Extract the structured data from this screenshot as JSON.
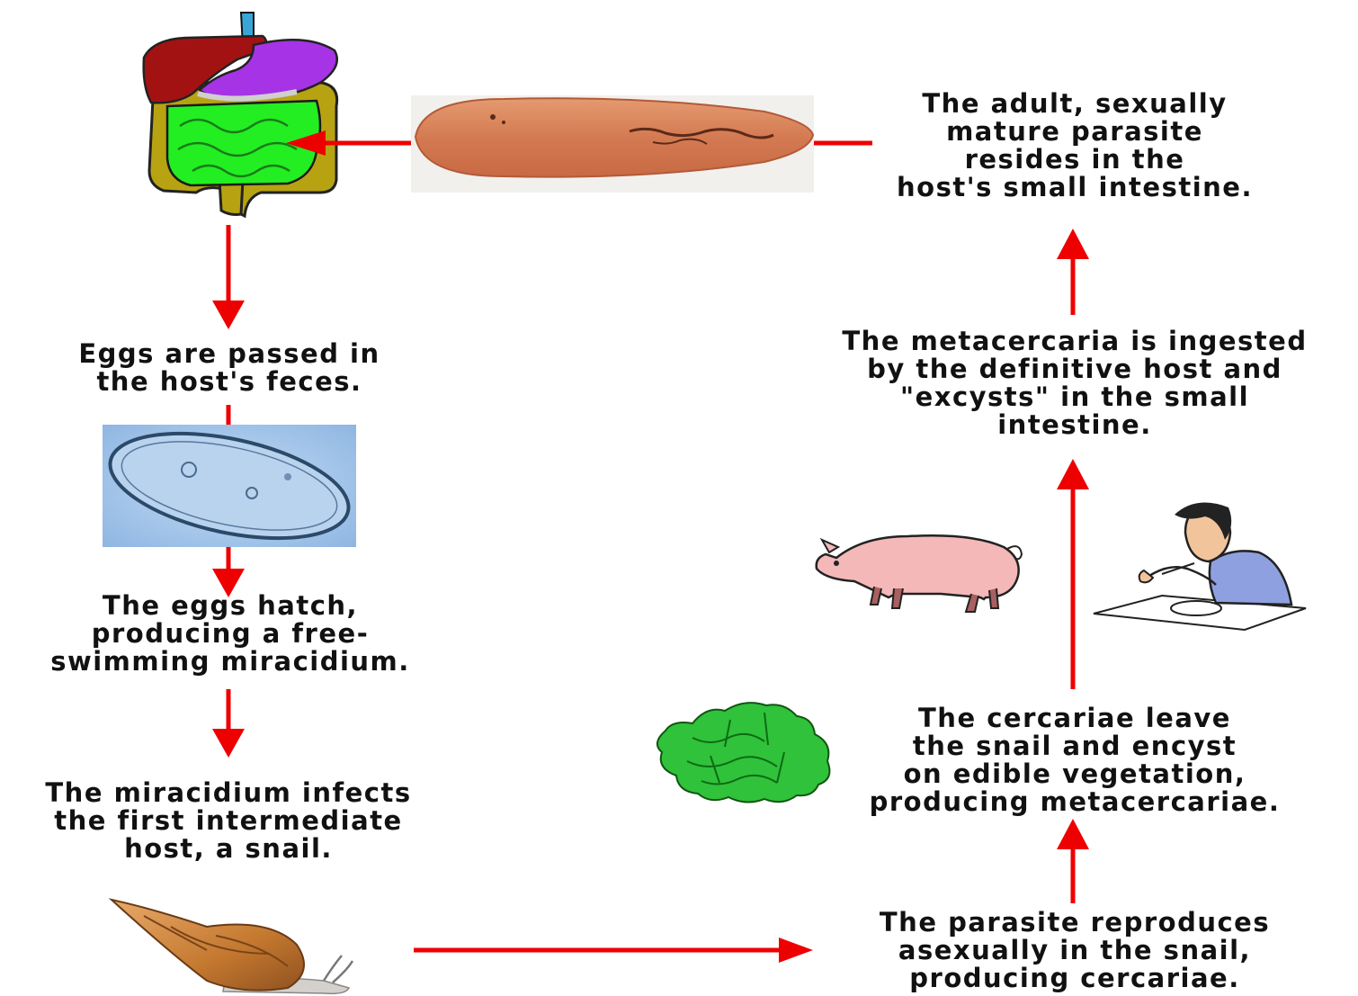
{
  "steps": {
    "adult": [
      "The adult, sexually",
      "mature parasite",
      "resides in the",
      "host's small intestine."
    ],
    "eggs_passed": [
      "Eggs are passed in",
      "the host's feces."
    ],
    "eggs_hatch": [
      "The eggs hatch,",
      "producing a free-",
      "swimming miracidium."
    ],
    "miracidium": [
      "The miracidium infects",
      "the first intermediate",
      "host, a snail."
    ],
    "reproduce": [
      "The parasite reproduces",
      "asexually in the snail,",
      "producing cercariae."
    ],
    "cercariae": [
      "The cercariae leave",
      "the snail and encyst",
      "on edible vegetation,",
      "producing metacercariae."
    ],
    "metacercaria": [
      "The metacercaria is ingested",
      "by the definitive host and",
      "\"excysts\" in the small",
      "intestine."
    ]
  },
  "colors": {
    "arrow": "#ee0000",
    "fluke": "#d9835a",
    "egg_bg": "#a9c8ea",
    "intestine": "#22ee22",
    "liver": "#a31212",
    "stomach": "#a633e6",
    "colon": "#b7a312",
    "vegetation": "#2fc23a",
    "pig": "#f4b8b8",
    "snail_shell": "#c9833b"
  },
  "icons": [
    "digestive-system-icon",
    "adult-fluke-icon",
    "egg-icon",
    "snail-icon",
    "lettuce-icon",
    "pig-icon",
    "person-eating-icon"
  ]
}
